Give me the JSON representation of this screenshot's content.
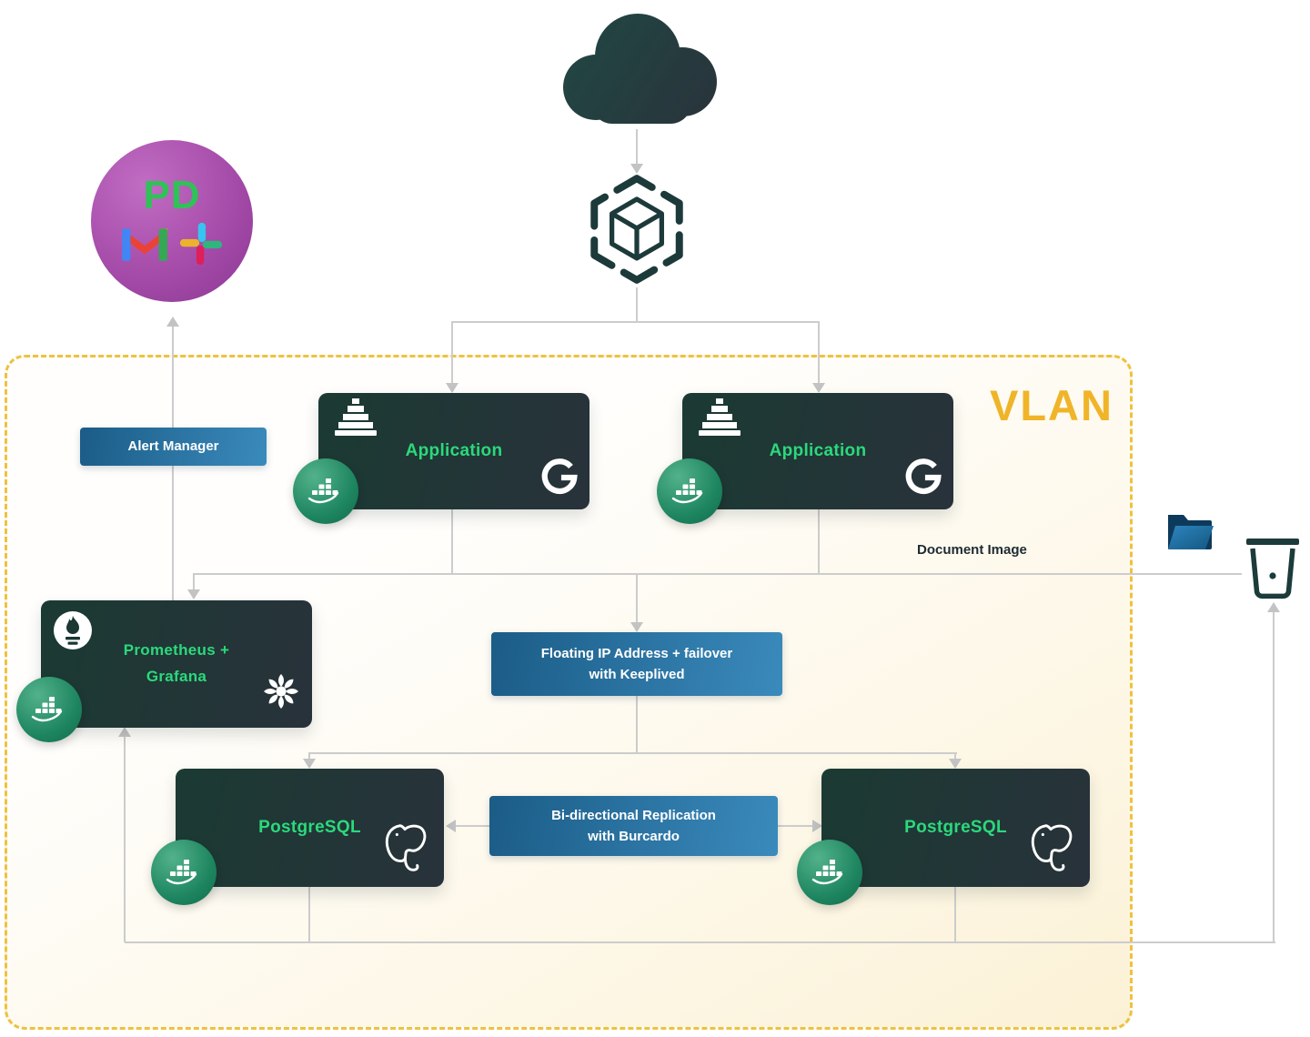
{
  "colors": {
    "accent_green": "#2bd97c",
    "vlan_gold": "#f0b429",
    "vlan_border": "#eec23f",
    "node_dark_start": "#1b3a33",
    "node_dark_end": "#28323a",
    "node_blue_start": "#1b5c87",
    "node_blue_end": "#3a8abc",
    "connector_gray": "#cccccc"
  },
  "vlan": {
    "label": "VLAN"
  },
  "labels": {
    "document_image": "Document Image"
  },
  "external_services": {
    "pagerduty": "PD",
    "gmail_icon": "gmail-icon",
    "slack_icon": "slack-icon"
  },
  "nodes": {
    "alert_manager": {
      "label": "Alert Manager"
    },
    "application_left": {
      "label": "Application"
    },
    "application_right": {
      "label": "Application"
    },
    "prometheus_grafana": {
      "label_line1": "Prometheus +",
      "label_line2": "Grafana"
    },
    "floating_ip": {
      "label_line1": "Floating IP Address + failover",
      "label_line2": "with Keeplived"
    },
    "postgresql_left": {
      "label": "PostgreSQL"
    },
    "postgresql_right": {
      "label": "PostgreSQL"
    },
    "replication": {
      "label_line1": "Bi-directional Replication",
      "label_line2": "with Burcardo"
    }
  },
  "icons": {
    "cloud": "cloud-icon",
    "network_hub": "network-hub-icon",
    "application": "ziggurat-icon",
    "g_logo": "g-logo-icon",
    "container_badge": "docker-cloud-badge-icon",
    "prometheus": "prometheus-flame-icon",
    "grafana": "grafana-icon",
    "postgresql": "postgresql-elephant-icon",
    "folder": "open-folder-icon",
    "trash": "trash-icon"
  }
}
